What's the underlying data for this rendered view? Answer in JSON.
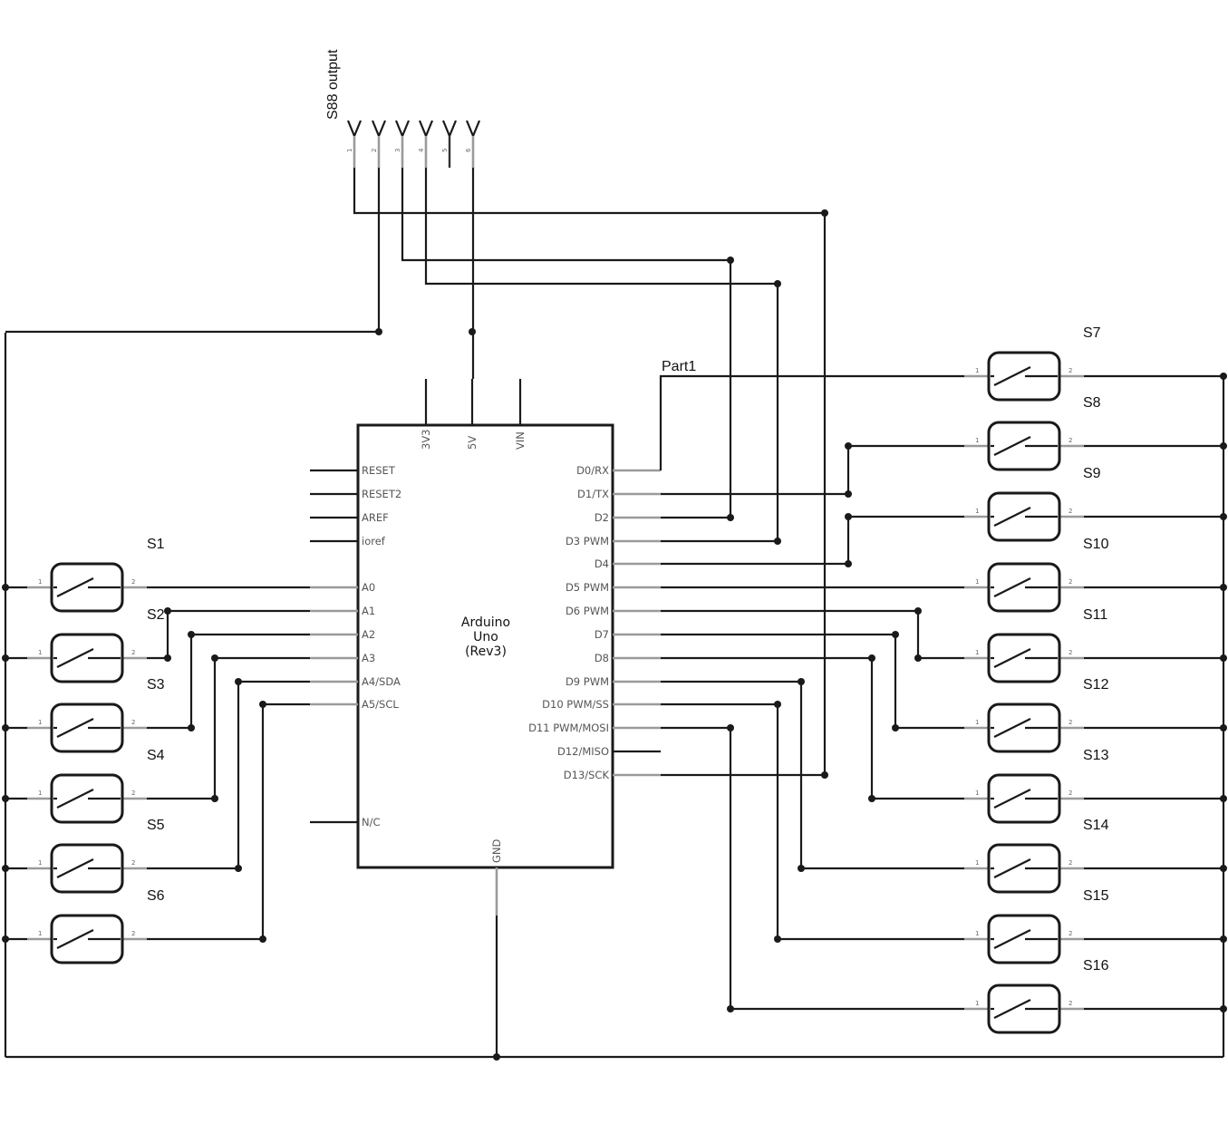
{
  "connector": {
    "label": "S88 output",
    "pins": [
      "1",
      "2",
      "3",
      "4",
      "5",
      "6"
    ]
  },
  "part": {
    "ref": "Part1",
    "name_lines": [
      "Arduino",
      "Uno",
      "(Rev3)"
    ],
    "top_pins": [
      "3V3",
      "5V",
      "VIN"
    ],
    "left_pins": [
      "RESET",
      "RESET2",
      "AREF",
      "ioref",
      "A0",
      "A1",
      "A2",
      "A3",
      "A4/SDA",
      "A5/SCL",
      "N/C"
    ],
    "right_pins": [
      "D0/RX",
      "D1/TX",
      "D2",
      "D3 PWM",
      "D4",
      "D5 PWM",
      "D6 PWM",
      "D7",
      "D8",
      "D9 PWM",
      "D10 PWM/SS",
      "D11 PWM/MOSI",
      "D12/MISO",
      "D13/SCK"
    ],
    "bottom_pins": [
      "GND"
    ]
  },
  "switches_left": [
    "S1",
    "S2",
    "S3",
    "S4",
    "S5",
    "S6"
  ],
  "switches_right": [
    "S7",
    "S8",
    "S9",
    "S10",
    "S11",
    "S12",
    "S13",
    "S14",
    "S15",
    "S16"
  ],
  "switch_pin_labels": [
    "1",
    "2"
  ]
}
